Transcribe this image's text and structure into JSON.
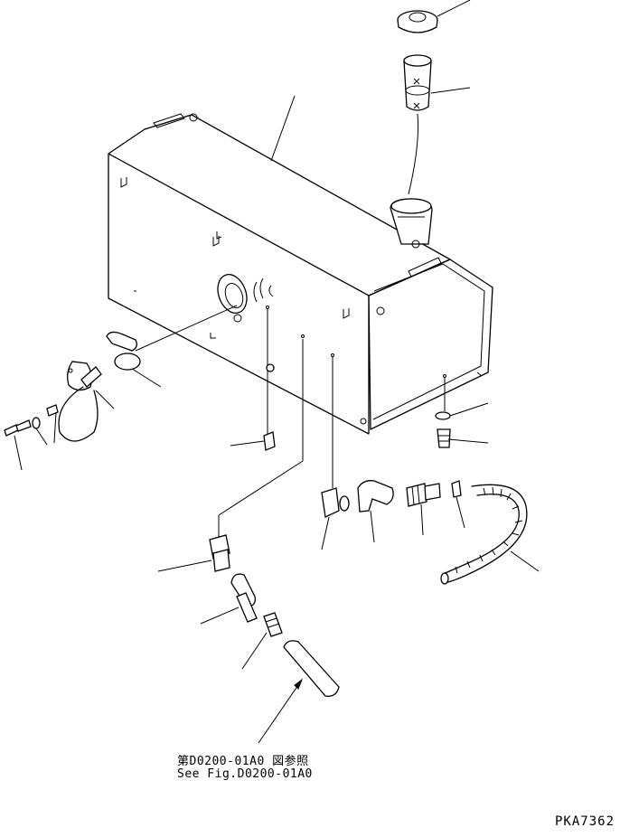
{
  "diagram": {
    "reference_jp": "第D0200-01A0 図参照",
    "reference_en": "See Fig.D0200-01A0",
    "page_code": "PKA7362"
  }
}
